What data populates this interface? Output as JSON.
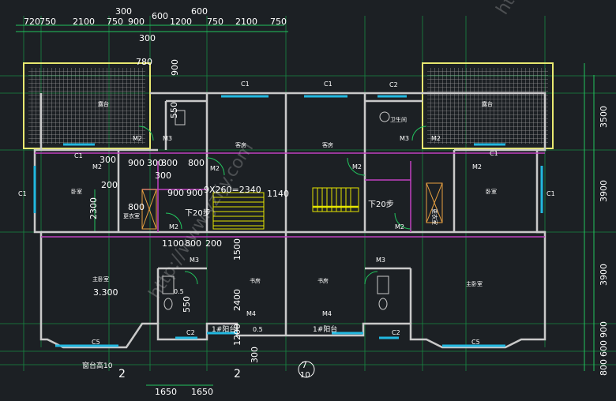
{
  "colors": {
    "background": "#1c2024",
    "wall": "#c9c9c9",
    "partition": "#c040c0",
    "dimension": "#22c55e",
    "gridline": "#16a34a",
    "window": "#22b8e0",
    "stair": "#e5e500",
    "terrace": "#e8e870",
    "text": "#ffffff"
  },
  "top_dims": {
    "row1": [
      "720",
      "750",
      "2100",
      "750",
      "900",
      "600",
      "1200",
      "750",
      "2100",
      "750"
    ],
    "row1_extra": [
      "300",
      "600"
    ],
    "below": [
      "300",
      "780"
    ]
  },
  "right_dims": [
    "3500",
    "3900",
    "3900",
    "900",
    "600",
    "800"
  ],
  "left_dims": [
    "2300"
  ],
  "room_labels": {
    "terrace_left": "露台",
    "terrace_right": "露台",
    "living_left": "客房",
    "living_right": "客房",
    "bath_right": "卫生间",
    "bedroom_left": "卧室",
    "bedroom_right": "卧室",
    "closet_left": "更衣室",
    "closet_right": "更衣室",
    "study_left": "书房",
    "study_right": "书房",
    "master_left": "主卧室",
    "master_right": "主卧室"
  },
  "component_tags": {
    "c1": "C1",
    "c2": "C2",
    "c5": "C5",
    "m2": "M2",
    "m3": "M3",
    "m4": "M4"
  },
  "interior_dims": [
    "550",
    "900",
    "300",
    "900",
    "300",
    "800",
    "800",
    "200",
    "900",
    "900",
    "800",
    "1100",
    "800",
    "200",
    "1500",
    "2400",
    "550",
    "1200",
    "300"
  ],
  "stair_text": {
    "spec": "9X260=2340",
    "width": "1140",
    "down_left": "下20步",
    "down_right": "下20步"
  },
  "annotations": {
    "area": "3.300",
    "balcony_left": "1#阳台",
    "balcony_right": "1#阳台",
    "left_note": "窗台高10",
    "section_left": "2",
    "section_mid": "2",
    "axis_bottom": "10",
    "axis_top": "7",
    "bottom_dims": [
      "1650",
      "1650"
    ],
    "low_dims": [
      "0.5",
      "0.5"
    ]
  },
  "watermark": "http://www.yzfjy.com"
}
